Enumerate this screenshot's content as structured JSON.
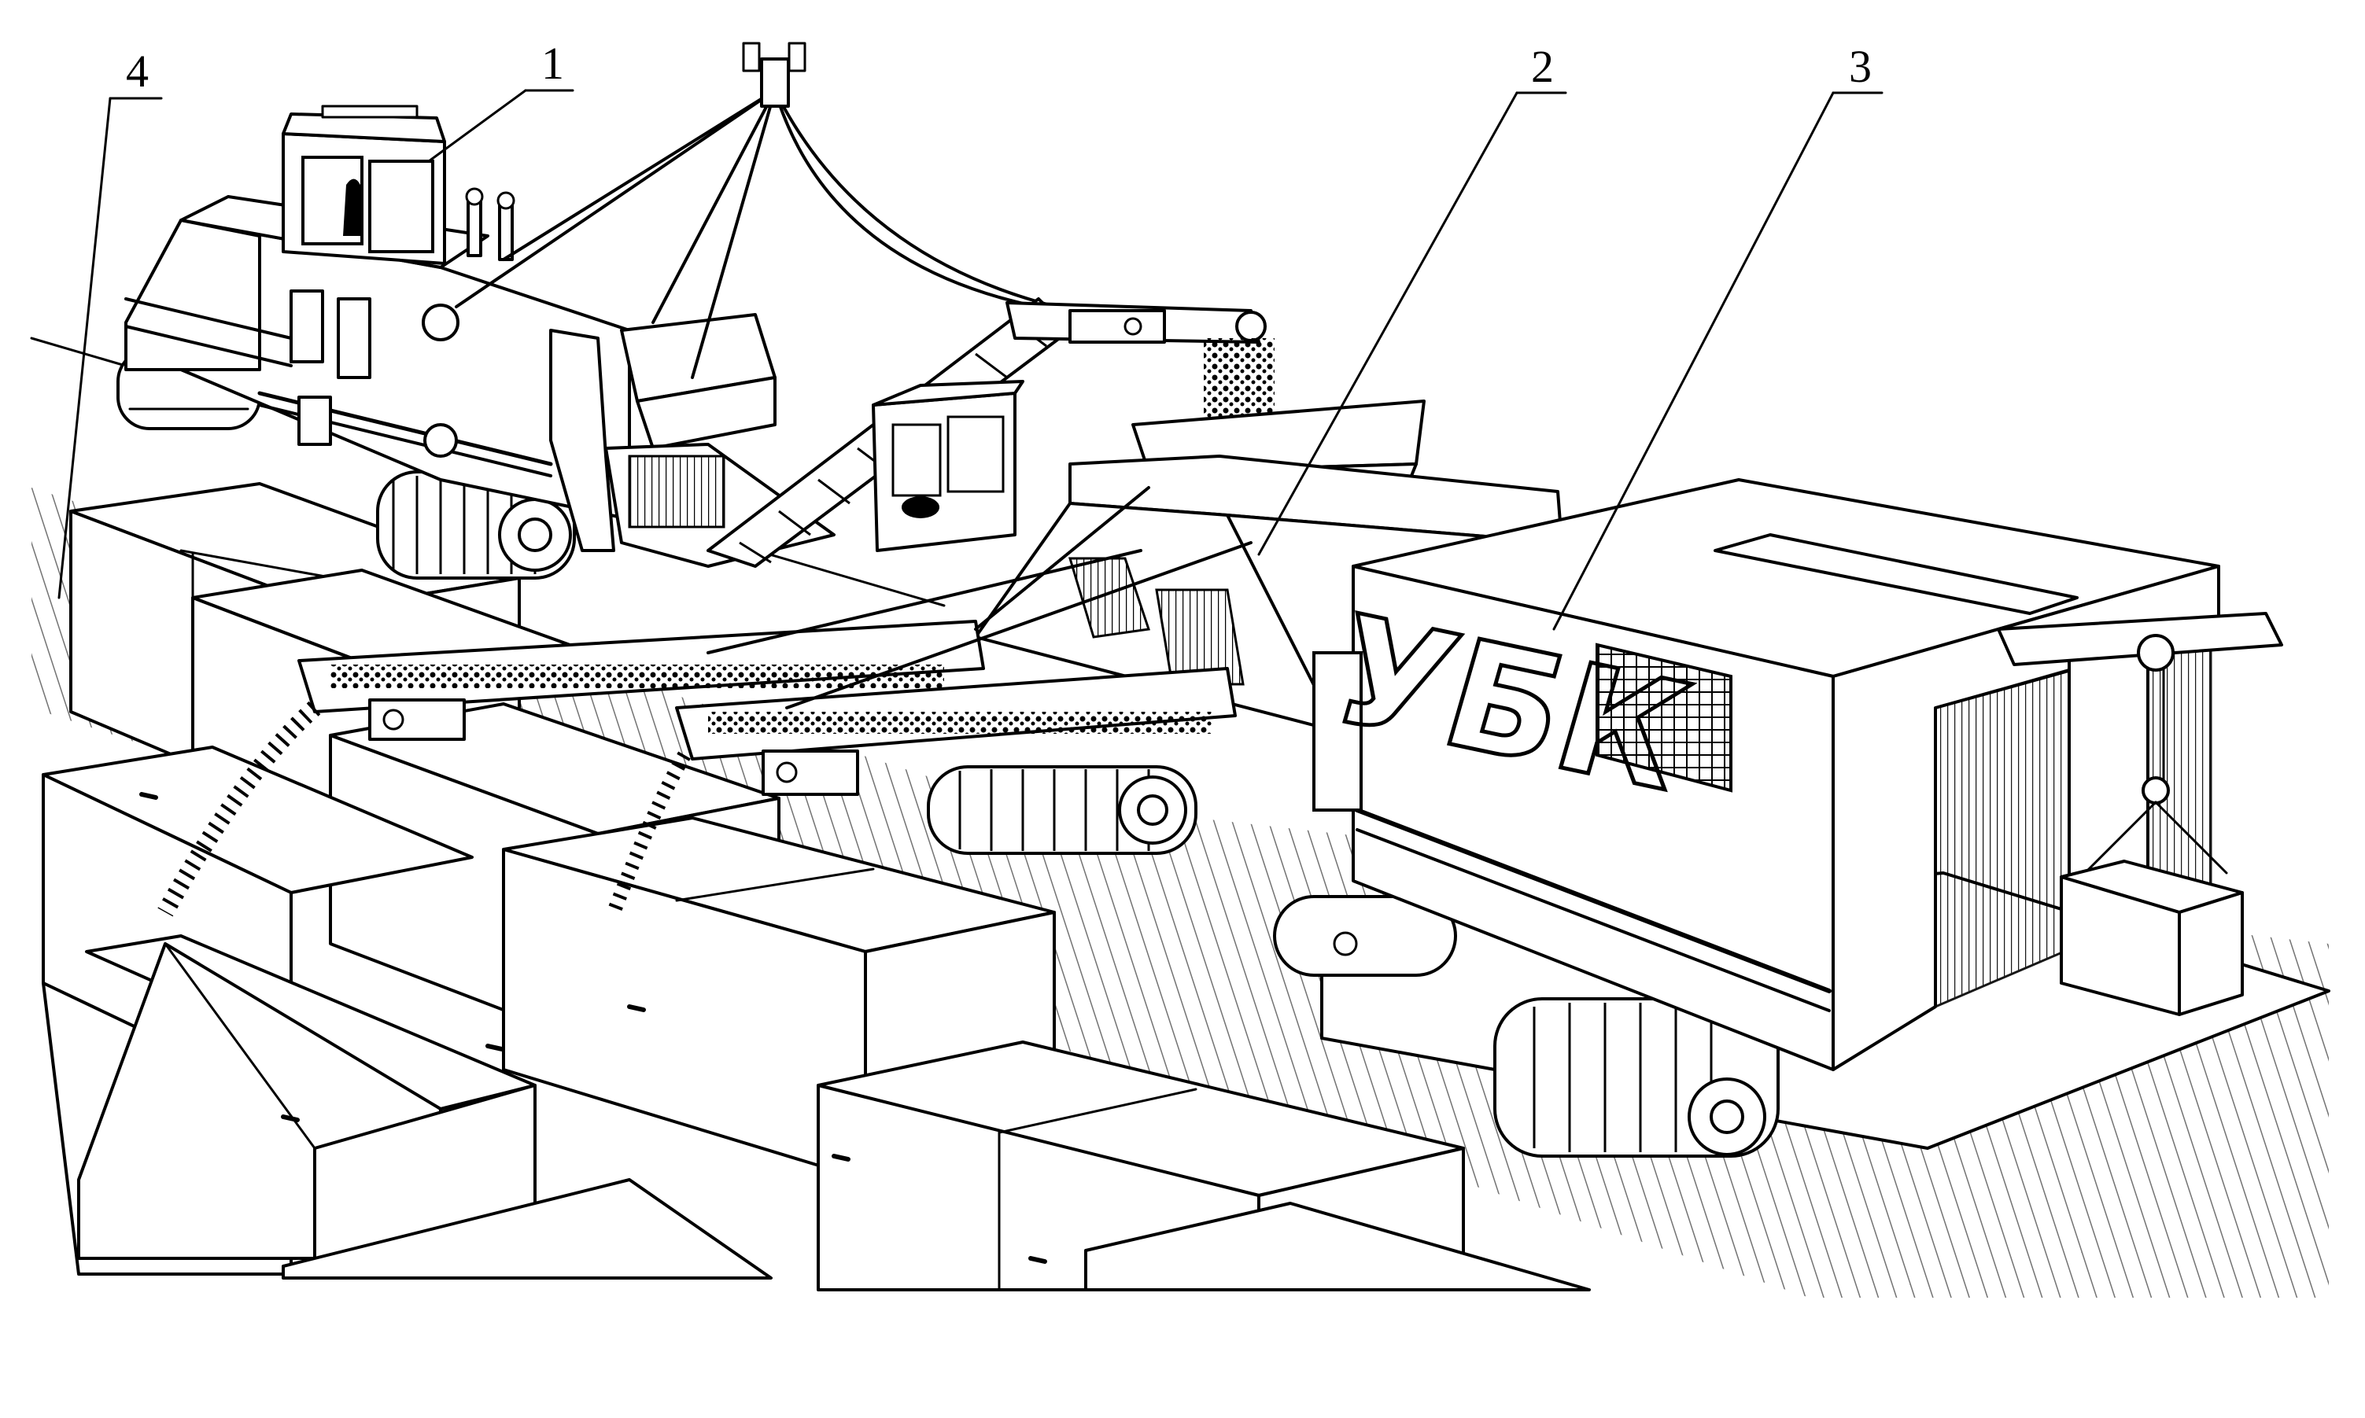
{
  "callouts": [
    {
      "id": "1",
      "label": "1"
    },
    {
      "id": "2",
      "label": "2"
    },
    {
      "id": "3",
      "label": "3"
    },
    {
      "id": "4",
      "label": "4"
    }
  ],
  "machine_logo": "УБК",
  "colors": {
    "ink": "#000000",
    "paper": "#ffffff"
  }
}
